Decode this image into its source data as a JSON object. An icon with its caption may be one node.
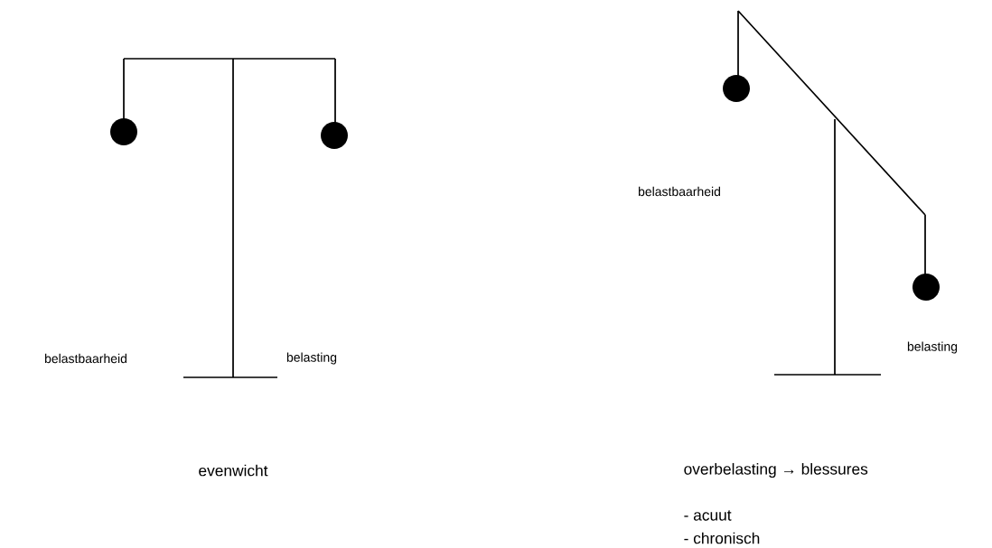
{
  "diagram": {
    "labels": [
      "belastbaarheid",
      "belasting",
      "evenwicht",
      "belastbaarheid",
      "belasting",
      "overbelasting → blessures",
      "- acuut",
      "- chronisch"
    ]
  }
}
